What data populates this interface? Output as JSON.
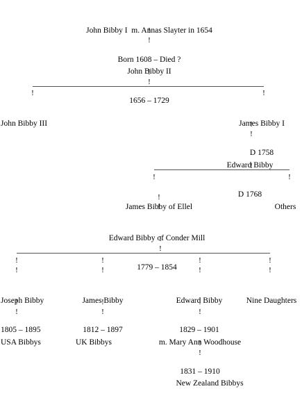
{
  "people": {
    "john_i": {
      "line1": "John Bibby I  m. Annas Slayter in 1654",
      "line2": "Born 1608 – Died ?"
    },
    "john_ii": {
      "line1": "John Bibby II",
      "line2": "1656 – 1729"
    },
    "john_iii": {
      "line1": "John Bibby III"
    },
    "james_i": {
      "line1": "James Bibby I",
      "line2": "D 1758"
    },
    "edward": {
      "line1": "Edward Bibby",
      "line2": "D 1768"
    },
    "james_ellel": {
      "line1": "James Bibby of Ellel"
    },
    "others": {
      "line1": "Others"
    },
    "edward_conder": {
      "line1": "Edward Bibby of Conder Mill",
      "line2": "1779 – 1854"
    },
    "joseph": {
      "line1": "Joseph Bibby",
      "line2": "1805 – 1895"
    },
    "james_b": {
      "line1": "James Bibby",
      "line2": "1812 – 1897"
    },
    "edward_b": {
      "line1": "Edward Bibby",
      "line2": "1829 – 1901"
    },
    "nine_daughters": {
      "line1": "Nine Daughters"
    },
    "usa": {
      "line1": "USA Bibbys"
    },
    "uk": {
      "line1": "UK Bibbys"
    },
    "mary_ann": {
      "line1": "m. Mary Ann Woodhouse",
      "line2": "1831 – 1910"
    },
    "nz": {
      "line1": "New Zealand Bibbys"
    }
  },
  "connector": "!"
}
